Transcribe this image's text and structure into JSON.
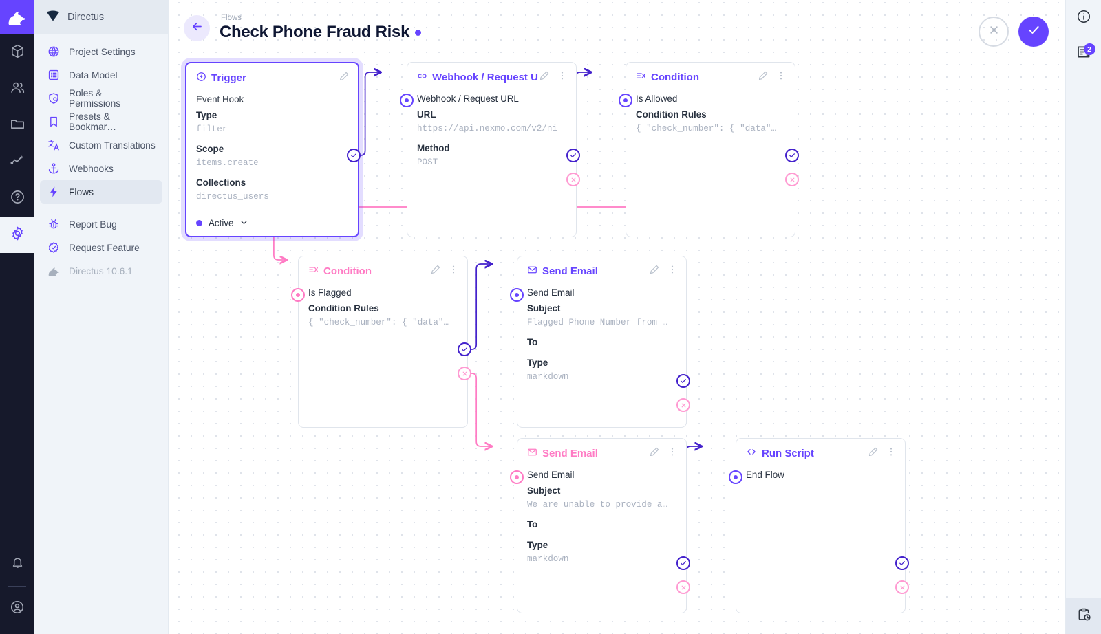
{
  "app": {
    "brand": "Directus",
    "version_label": "Directus 10.6.1"
  },
  "modulebar": {
    "items": [
      {
        "name": "logo",
        "icon": "rabbit-logo-icon"
      },
      {
        "name": "content",
        "icon": "box-icon"
      },
      {
        "name": "users",
        "icon": "people-icon"
      },
      {
        "name": "files",
        "icon": "folder-icon"
      },
      {
        "name": "insights",
        "icon": "insights-icon"
      },
      {
        "name": "docs",
        "icon": "help-circle-icon"
      },
      {
        "name": "settings",
        "icon": "gear-icon"
      }
    ],
    "bottom": [
      {
        "name": "notifications",
        "icon": "bell-icon"
      },
      {
        "name": "account",
        "icon": "user-circle-icon"
      }
    ]
  },
  "sidebar": {
    "items": [
      {
        "label": "Project Settings",
        "icon": "globe-icon",
        "active": false
      },
      {
        "label": "Data Model",
        "icon": "list-box-icon",
        "active": false
      },
      {
        "label": "Roles & Permissions",
        "icon": "shield-icon",
        "active": false
      },
      {
        "label": "Presets & Bookmar…",
        "icon": "bookmark-icon",
        "active": false
      },
      {
        "label": "Custom Translations",
        "icon": "translate-icon",
        "active": false
      },
      {
        "label": "Webhooks",
        "icon": "anchor-icon",
        "active": false
      },
      {
        "label": "Flows",
        "icon": "bolt-icon",
        "active": true
      }
    ],
    "secondary": [
      {
        "label": "Report Bug",
        "icon": "bug-icon"
      },
      {
        "label": "Request Feature",
        "icon": "badge-check-icon"
      }
    ],
    "version": "Directus 10.6.1"
  },
  "header": {
    "breadcrumb": "Flows",
    "title": "Check Phone Fraud Risk",
    "status_dot_color": "#6644ff",
    "back_icon": "arrow-left-icon",
    "cancel_label": "",
    "save_label": "",
    "cancel_icon": "close-icon",
    "save_icon": "check-icon"
  },
  "rightbar": {
    "items": [
      {
        "name": "info",
        "icon": "info-circle-icon",
        "badge": ""
      },
      {
        "name": "logs",
        "icon": "logs-icon",
        "badge": "2"
      }
    ],
    "bottom": [
      {
        "name": "activity",
        "icon": "clipboard-clock-icon"
      }
    ]
  },
  "flow": {
    "nodes": [
      {
        "id": "trigger",
        "kind": "trigger",
        "title": "Trigger",
        "icon": "trigger-bolt-icon",
        "accent": "#6644ff",
        "selected": true,
        "rows": [
          {
            "type": "plain",
            "text": "Event Hook"
          },
          {
            "type": "label",
            "text": "Type"
          },
          {
            "type": "value",
            "text": "filter"
          },
          {
            "type": "label",
            "text": "Scope"
          },
          {
            "type": "value",
            "text": "items.create"
          },
          {
            "type": "label",
            "text": "Collections"
          },
          {
            "type": "value",
            "text": "directus_users"
          }
        ],
        "footer": {
          "status": "Active",
          "chevron": "chevron-down-icon"
        }
      },
      {
        "id": "webhook",
        "kind": "operation",
        "title": "Webhook / Request U",
        "icon": "link-icon",
        "accent": "#6644ff",
        "rows": [
          {
            "type": "plain",
            "text": "Webhook / Request URL"
          },
          {
            "type": "label",
            "text": "URL"
          },
          {
            "type": "value",
            "text": "https://api.nexmo.com/v2/ni"
          },
          {
            "type": "label",
            "text": "Method"
          },
          {
            "type": "value",
            "text": "POST"
          }
        ]
      },
      {
        "id": "condition-allowed",
        "kind": "operation",
        "title": "Condition",
        "icon": "condition-icon",
        "accent": "#6644ff",
        "rows": [
          {
            "type": "plain",
            "text": "Is Allowed"
          },
          {
            "type": "label",
            "text": "Condition Rules"
          },
          {
            "type": "value",
            "text": "{ \"check_number\": { \"data\"…"
          }
        ]
      },
      {
        "id": "condition-flagged",
        "kind": "operation",
        "title": "Condition",
        "icon": "condition-icon",
        "accent": "#ff7bc4",
        "rows": [
          {
            "type": "plain",
            "text": "Is Flagged"
          },
          {
            "type": "label",
            "text": "Condition Rules"
          },
          {
            "type": "value",
            "text": "{ \"check_number\": { \"data\"…"
          }
        ]
      },
      {
        "id": "send-email-flagged",
        "kind": "operation",
        "title": "Send Email",
        "icon": "envelope-icon",
        "accent": "#6644ff",
        "rows": [
          {
            "type": "plain",
            "text": "Send Email"
          },
          {
            "type": "label",
            "text": "Subject"
          },
          {
            "type": "value",
            "text": "Flagged Phone Number from …"
          },
          {
            "type": "label",
            "text": "To"
          },
          {
            "type": "label",
            "text": "Type"
          },
          {
            "type": "value",
            "text": "markdown"
          }
        ]
      },
      {
        "id": "send-email-unable",
        "kind": "operation",
        "title": "Send Email",
        "icon": "envelope-icon",
        "accent": "#ff7bc4",
        "rows": [
          {
            "type": "plain",
            "text": "Send Email"
          },
          {
            "type": "label",
            "text": "Subject"
          },
          {
            "type": "value",
            "text": "We are unable to provide a…"
          },
          {
            "type": "label",
            "text": "To"
          },
          {
            "type": "label",
            "text": "Type"
          },
          {
            "type": "value",
            "text": "markdown"
          }
        ]
      },
      {
        "id": "run-script",
        "kind": "operation",
        "title": "Run Script",
        "icon": "code-icon",
        "accent": "#6644ff",
        "rows": [
          {
            "type": "plain",
            "text": "End Flow"
          }
        ]
      }
    ],
    "colors": {
      "resolve": "#4422cc",
      "reject": "#ff9ad2",
      "accent": "#6644ff",
      "pink": "#ff7bc4"
    }
  }
}
